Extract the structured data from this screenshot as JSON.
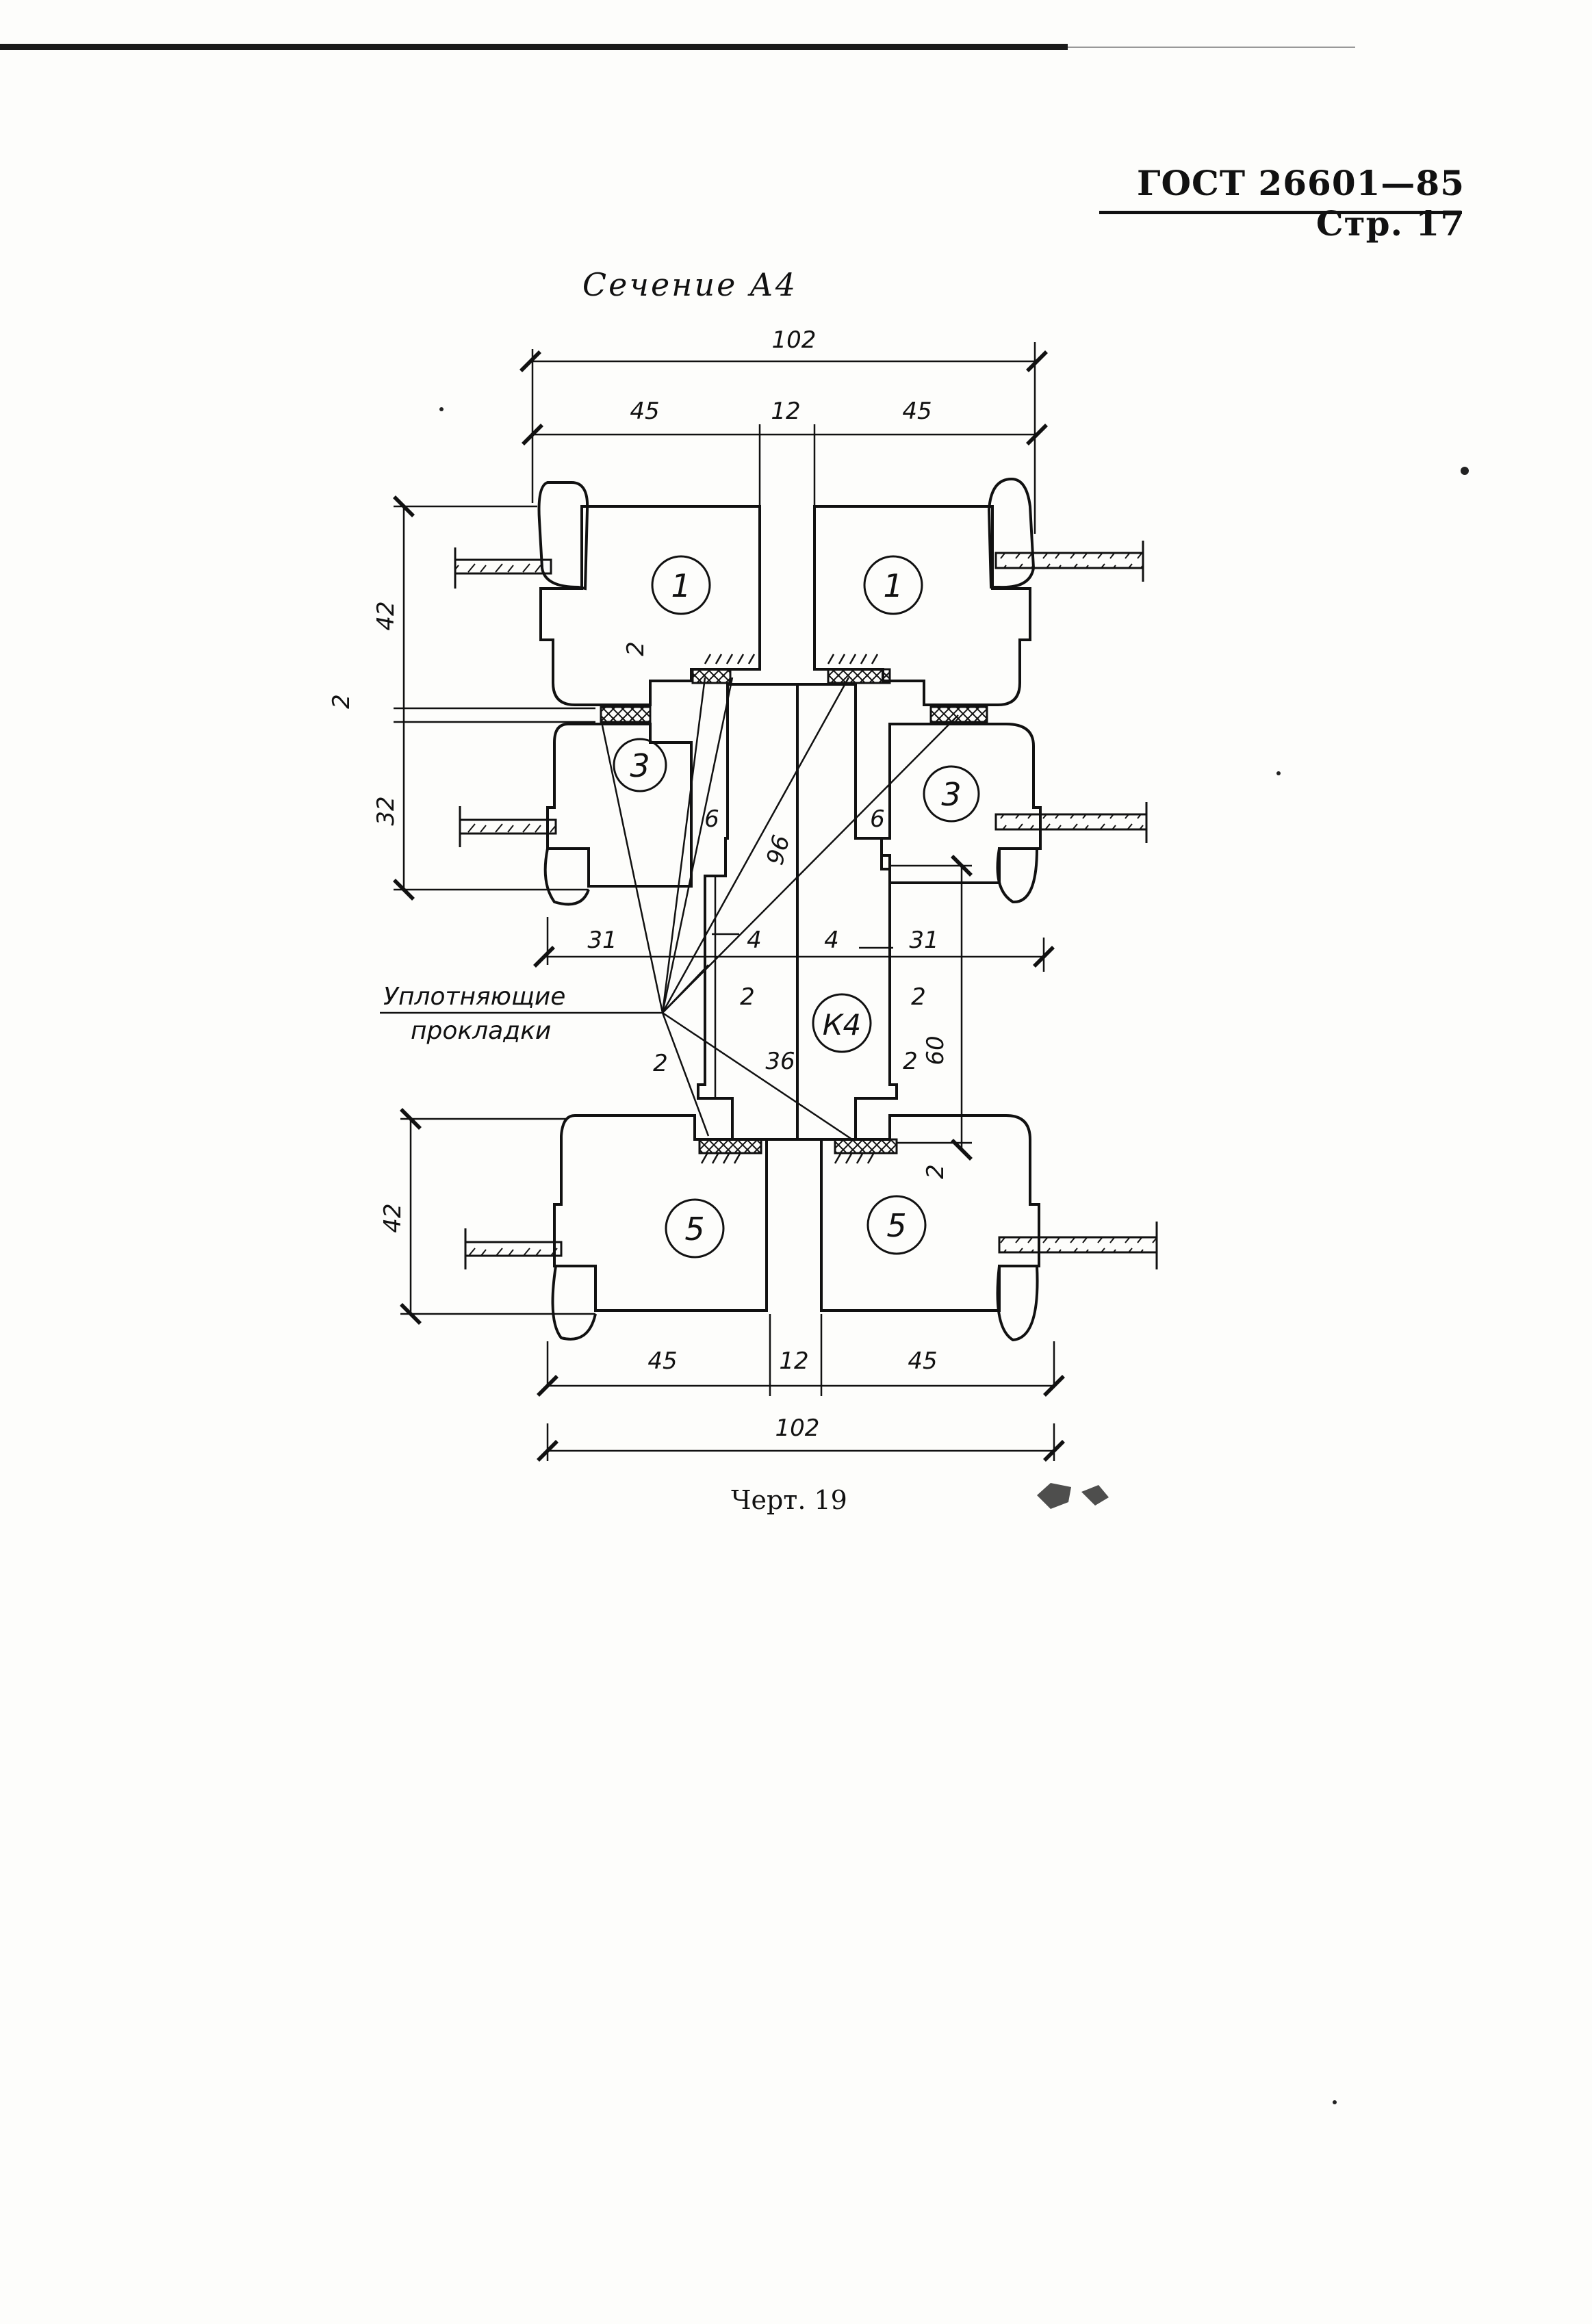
{
  "header": {
    "doc_ref": "ГОСТ 26601—85 Стр. 17"
  },
  "title": "Сечение А4",
  "caption": "Черт. 19",
  "callout": {
    "line1": "Уплотняющие",
    "line2": "прокладки"
  },
  "parts": {
    "top_left": "1",
    "top_right": "1",
    "mid_left": "3",
    "mid_right": "3",
    "bottom_left": "5",
    "bottom_right": "5",
    "center": "К4"
  },
  "dims": {
    "top_total": "102",
    "top_left": "45",
    "top_gap": "12",
    "top_right": "45",
    "left_h_top": "42",
    "left_gap": "2",
    "left_h_mid": "32",
    "left_h_bottom": "42",
    "seal_top": "2",
    "step_left": "6",
    "step_right": "6",
    "diag": "96",
    "left_31": "31",
    "right_31": "31",
    "in_left_4": "4",
    "in_right_4": "4",
    "seal_left_2": "2",
    "seal_right_2": "2",
    "bot_left_2": "2",
    "center_width": "36",
    "bot_right_2": "2",
    "right_60": "60",
    "right_seal_2": "2",
    "bot_left": "45",
    "bot_gap": "12",
    "bot_right": "45",
    "bot_total": "102"
  }
}
